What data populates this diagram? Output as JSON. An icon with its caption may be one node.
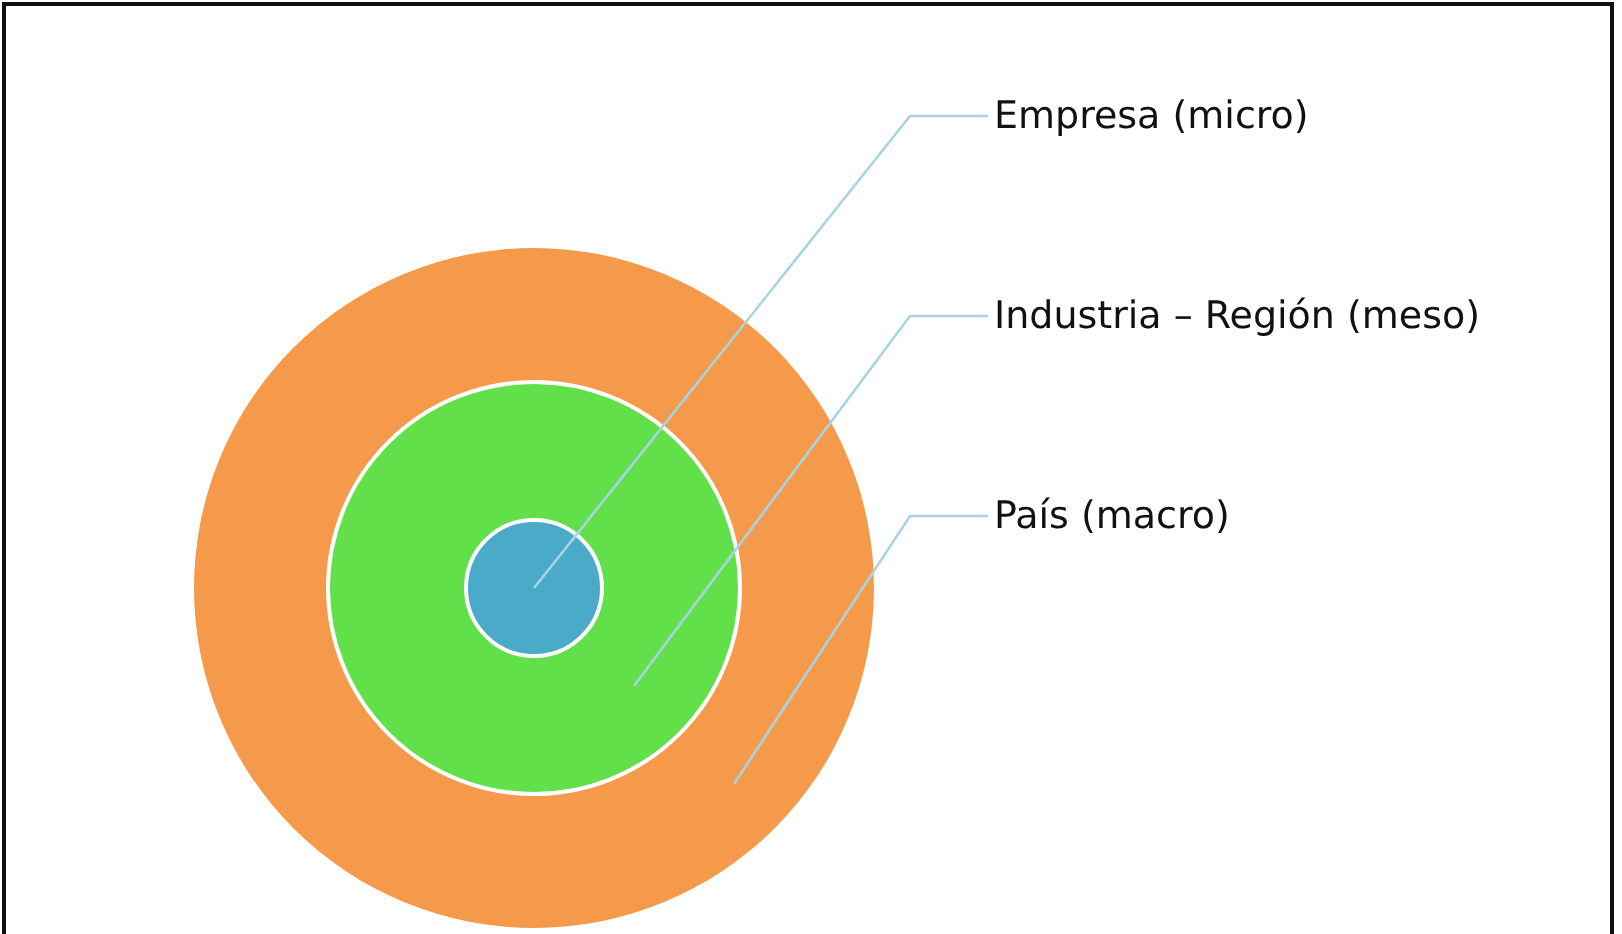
{
  "diagram": {
    "nodes": [
      {
        "text": [
          "Empresa (micro)"
        ]
      },
      {
        "text": [
          "Industria – Región (meso)"
        ]
      },
      {
        "text": [
          "País (macro)"
        ]
      },
      {
        "text": [],
        "shape": "circle"
      },
      {
        "text": [],
        "shape": "circle",
        "in": 3
      },
      {
        "text": [],
        "shape": "circle",
        "in": 4
      }
    ],
    "edges": [
      {
        "from": 0,
        "to": 5,
        "arrow": "none"
      },
      {
        "from": 1,
        "to": 4,
        "arrow": "none"
      },
      {
        "from": 2,
        "to": 3,
        "arrow": "none"
      }
    ]
  }
}
